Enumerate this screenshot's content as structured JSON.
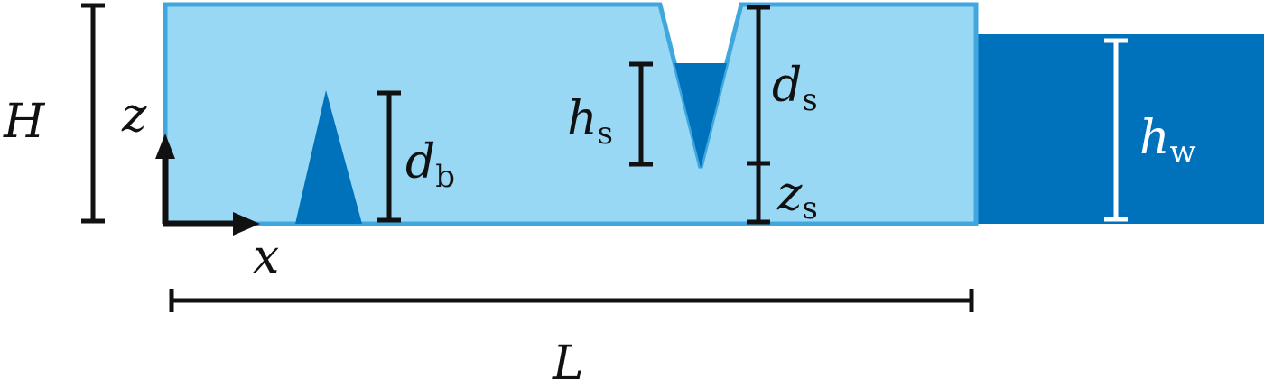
{
  "colors": {
    "ice_fill": "#99d8f5",
    "ice_edge": "#3fa7dd",
    "water": "#0072bb",
    "dim_line": "#111111",
    "dim_line_water": "#ffffff"
  },
  "labels": {
    "H": "H",
    "z": "z",
    "x": "x",
    "L": "L",
    "d_b": {
      "main": "d",
      "sub": "b"
    },
    "h_s": {
      "main": "h",
      "sub": "s"
    },
    "d_s": {
      "main": "d",
      "sub": "s"
    },
    "z_s": {
      "main": "z",
      "sub": "s"
    },
    "h_w": {
      "main": "h",
      "sub": "w"
    }
  }
}
